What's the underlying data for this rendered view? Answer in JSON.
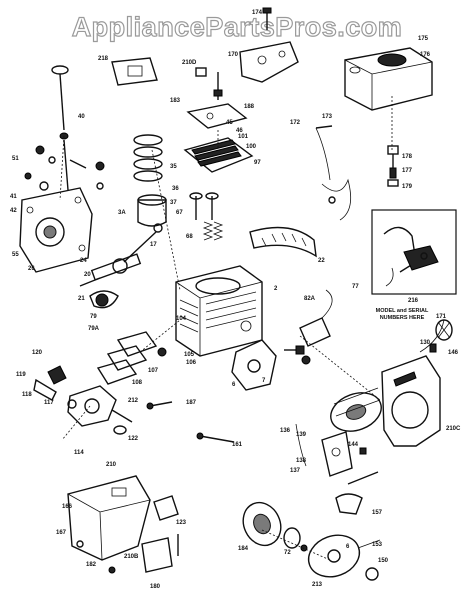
{
  "watermark": "AppliancePartsPros.com",
  "inset_label": "MODEL and SERIAL\nNUMBERS HERE",
  "callouts": [
    {
      "id": "c174",
      "t": "174"
    },
    {
      "id": "c175",
      "t": "175"
    },
    {
      "id": "c176",
      "t": "176"
    },
    {
      "id": "c218",
      "t": "218"
    },
    {
      "id": "c210d",
      "t": "210D"
    },
    {
      "id": "c170",
      "t": "170"
    },
    {
      "id": "c183",
      "t": "183"
    },
    {
      "id": "c40",
      "t": "40"
    },
    {
      "id": "c188",
      "t": "188"
    },
    {
      "id": "c172",
      "t": "172"
    },
    {
      "id": "c173",
      "t": "173"
    },
    {
      "id": "c45",
      "t": "45"
    },
    {
      "id": "c46",
      "t": "46"
    },
    {
      "id": "c101",
      "t": "101"
    },
    {
      "id": "c100",
      "t": "100"
    },
    {
      "id": "c97",
      "t": "97"
    },
    {
      "id": "c178",
      "t": "178"
    },
    {
      "id": "c177",
      "t": "177"
    },
    {
      "id": "c179",
      "t": "179"
    },
    {
      "id": "c51",
      "t": "51"
    },
    {
      "id": "c35",
      "t": "35"
    },
    {
      "id": "c36",
      "t": "36"
    },
    {
      "id": "c37",
      "t": "37"
    },
    {
      "id": "c3a",
      "t": "3A"
    },
    {
      "id": "c67",
      "t": "67"
    },
    {
      "id": "c68",
      "t": "68"
    },
    {
      "id": "c41",
      "t": "41"
    },
    {
      "id": "c42",
      "t": "42"
    },
    {
      "id": "c55",
      "t": "55"
    },
    {
      "id": "c26",
      "t": "26"
    },
    {
      "id": "c24",
      "t": "24"
    },
    {
      "id": "c17",
      "t": "17"
    },
    {
      "id": "c20",
      "t": "20"
    },
    {
      "id": "c21",
      "t": "21"
    },
    {
      "id": "c79",
      "t": "79"
    },
    {
      "id": "c79a",
      "t": "79A"
    },
    {
      "id": "c22",
      "t": "22"
    },
    {
      "id": "c216",
      "t": "216"
    },
    {
      "id": "c2",
      "t": "2"
    },
    {
      "id": "c77",
      "t": "77"
    },
    {
      "id": "c82a",
      "t": "82A"
    },
    {
      "id": "c104",
      "t": "104"
    },
    {
      "id": "c105",
      "t": "105"
    },
    {
      "id": "c106",
      "t": "106"
    },
    {
      "id": "c107",
      "t": "107"
    },
    {
      "id": "c108",
      "t": "108"
    },
    {
      "id": "c120",
      "t": "120"
    },
    {
      "id": "c119",
      "t": "119"
    },
    {
      "id": "c118",
      "t": "118"
    },
    {
      "id": "c117",
      "t": "117"
    },
    {
      "id": "c212",
      "t": "212"
    },
    {
      "id": "c122",
      "t": "122"
    },
    {
      "id": "c114",
      "t": "114"
    },
    {
      "id": "c7",
      "t": "7"
    },
    {
      "id": "c6",
      "t": "6"
    },
    {
      "id": "c187",
      "t": "187"
    },
    {
      "id": "c161",
      "t": "161"
    },
    {
      "id": "c171",
      "t": "171"
    },
    {
      "id": "c130",
      "t": "130"
    },
    {
      "id": "c146",
      "t": "146"
    },
    {
      "id": "c210c",
      "t": "210C"
    },
    {
      "id": "c139",
      "t": "139"
    },
    {
      "id": "c136",
      "t": "136"
    },
    {
      "id": "c137",
      "t": "137"
    },
    {
      "id": "c138",
      "t": "138"
    },
    {
      "id": "c144",
      "t": "144"
    },
    {
      "id": "c210",
      "t": "210"
    },
    {
      "id": "c166",
      "t": "166"
    },
    {
      "id": "c123",
      "t": "123"
    },
    {
      "id": "c167",
      "t": "167"
    },
    {
      "id": "c182",
      "t": "182"
    },
    {
      "id": "c210b",
      "t": "210B"
    },
    {
      "id": "c180",
      "t": "180"
    },
    {
      "id": "c184",
      "t": "184"
    },
    {
      "id": "c72",
      "t": "72"
    },
    {
      "id": "c213",
      "t": "213"
    },
    {
      "id": "c157",
      "t": "157"
    },
    {
      "id": "c153",
      "t": "153"
    },
    {
      "id": "c150",
      "t": "150"
    },
    {
      "id": "c6b",
      "t": "6"
    }
  ]
}
